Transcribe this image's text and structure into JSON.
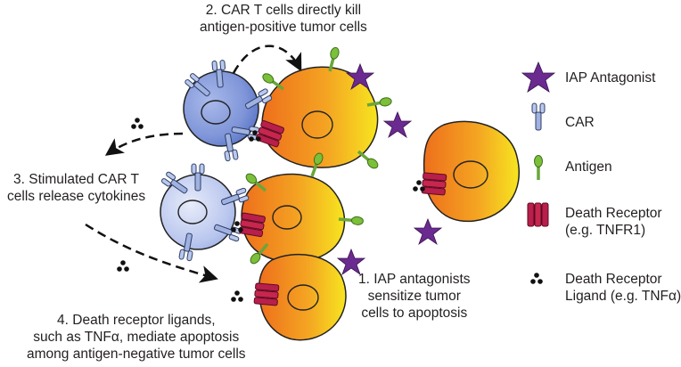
{
  "steps": {
    "step1": [
      "1. IAP antagonists",
      "sensitize tumor",
      "cells to apoptosis"
    ],
    "step2": [
      "2. CAR T cells directly kill",
      "antigen-positive tumor cells"
    ],
    "step3": [
      "3. Stimulated CAR T",
      "cells release cytokines"
    ],
    "step4": [
      "4. Death receptor ligands,",
      "such as TNFα, mediate apoptosis",
      "among antigen-negative tumor cells"
    ]
  },
  "legend": {
    "iap": "IAP Antagonist",
    "car": "CAR",
    "antigen": "Antigen",
    "death_receptor": [
      "Death Receptor",
      "(e.g. TNFR1)"
    ],
    "ligand": [
      "Death Receptor",
      "Ligand (e.g. TNFα)"
    ]
  },
  "colors": {
    "tcell_fill": "#7f95d8",
    "tcell_dark": "#3b5db8",
    "tumor_orange": "#f07a1e",
    "tumor_yellow": "#f6e21f",
    "iap_purple": "#6a2a8f",
    "antigen_green": "#7bbf3a",
    "receptor_red": "#b81f4b",
    "car_blue": "#8fa6d8"
  }
}
